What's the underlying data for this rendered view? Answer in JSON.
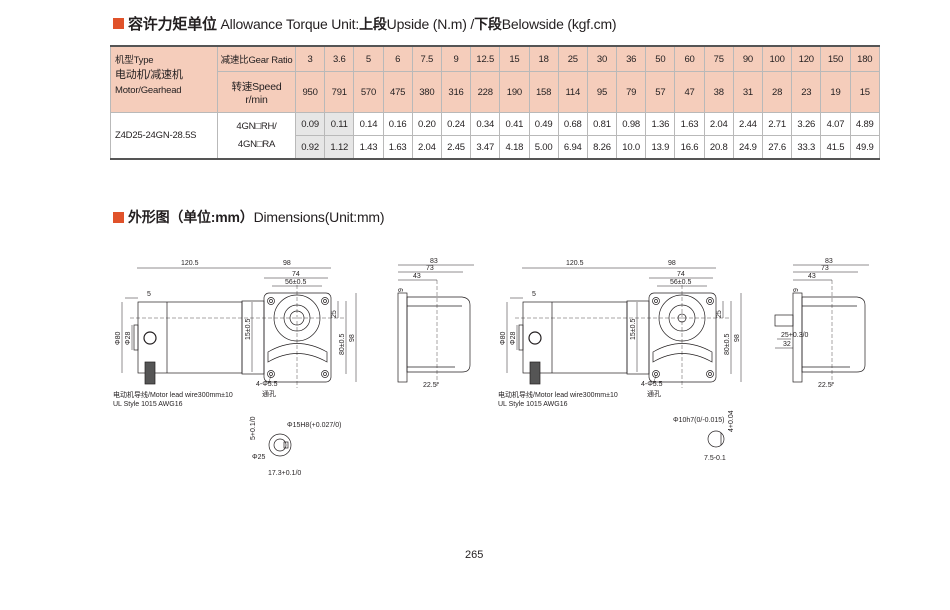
{
  "torque_heading": {
    "zh": "容许力矩单位",
    "en": "Allowance Torque Unit: ",
    "up_zh": "上段",
    "up_en": " Upside (N.m) / ",
    "down_zh": "下段",
    "down_en": " Belowside (kgf.cm)"
  },
  "table": {
    "type_label": "机型Type",
    "motor_gearhead_zh": "电动机/减速机",
    "motor_gearhead_en": "Motor/Gearhead",
    "gear_ratio_label": "减速比Gear Ratio",
    "speed_label": "转速Speed",
    "speed_unit": "r/min",
    "gear_ratios": [
      "3",
      "3.6",
      "5",
      "6",
      "7.5",
      "9",
      "12.5",
      "15",
      "18",
      "25",
      "30",
      "36",
      "50",
      "60",
      "75",
      "90",
      "100",
      "120",
      "150",
      "180"
    ],
    "speeds": [
      "950",
      "791",
      "570",
      "475",
      "380",
      "316",
      "228",
      "190",
      "158",
      "114",
      "95",
      "79",
      "57",
      "47",
      "38",
      "31",
      "28",
      "23",
      "19",
      "15"
    ],
    "model": "Z4D25-24GN-28.5S",
    "gearhead_1": "4GN□RH/",
    "gearhead_2": "4GN□RA",
    "upside": [
      "0.09",
      "0.11",
      "0.14",
      "0.16",
      "0.20",
      "0.24",
      "0.34",
      "0.41",
      "0.49",
      "0.68",
      "0.81",
      "0.98",
      "1.36",
      "1.63",
      "2.04",
      "2.44",
      "2.71",
      "3.26",
      "4.07",
      "4.89"
    ],
    "belowside": [
      "0.92",
      "1.12",
      "1.43",
      "1.63",
      "2.04",
      "2.45",
      "3.47",
      "4.18",
      "5.00",
      "6.94",
      "8.26",
      "10.0",
      "13.9",
      "16.6",
      "20.8",
      "24.9",
      "27.6",
      "33.3",
      "41.5",
      "49.9"
    ]
  },
  "dim_heading": {
    "zh": "外形图（单位:mm）",
    "en": "Dimensions(Unit:mm)"
  },
  "drawing": {
    "d120": "120.5",
    "d98": "98",
    "d74": "74",
    "d56": "56±0.5",
    "d5": "5",
    "phi80": "Φ80",
    "phi28": "Φ28",
    "d15": "15±0.5",
    "d25": "25",
    "d80": "80±0.5",
    "holes": "4-Φ5.5",
    "through": "通孔",
    "lead": "电动机导线/Motor lead wire300mm±10",
    "ul": "UL Style 1015 AWG16",
    "side_83": "83",
    "side_73": "73",
    "side_43": "43",
    "side_9": "9",
    "angle": "22.5°",
    "shaft1_phi": "Φ15H8(+0.027/0)",
    "shaft1_key": "5+0.1/0",
    "shaft1_dia": "Φ25",
    "shaft1_h": "17.3+0.1/0",
    "shaft2_phi": "Φ10h7(0/-0.015)",
    "shaft2_key": "4+0.04",
    "shaft2_h": "7.5-0.1",
    "shaft2_len": "25+0.3/0",
    "shaft2_total": "32"
  },
  "page_number": "265"
}
